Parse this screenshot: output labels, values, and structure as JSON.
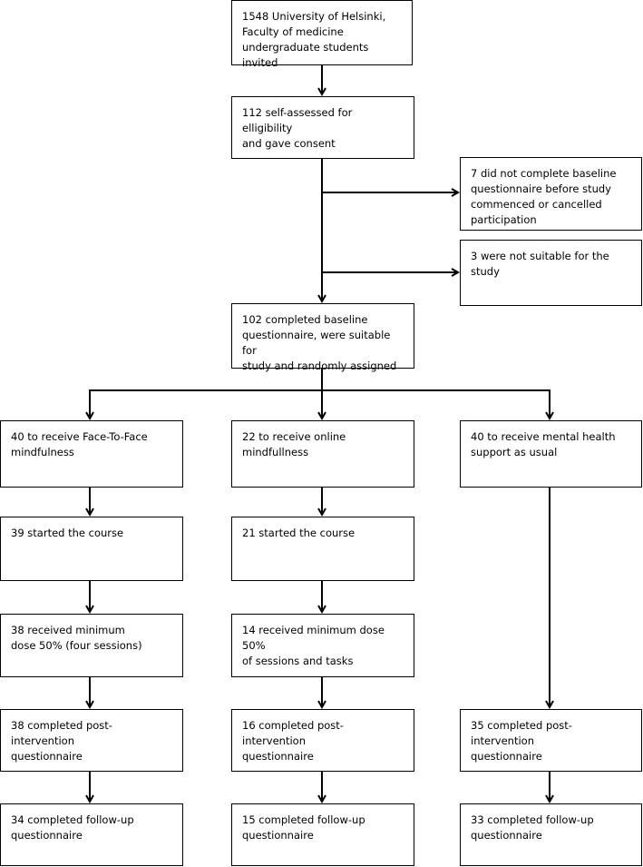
{
  "boxes": {
    "invited": "1548 University of Helsinki,\nFaculty of medicine\nundergraduate students invited",
    "consent": "112 self-assessed for elligibility\nand gave consent",
    "excluded_baseline": "7 did not complete baseline\nquestionnaire before study\ncommenced or cancelled\nparticipation",
    "excluded_unsuitable": "3 were not suitable for the\nstudy",
    "randomized": "102 completed baseline\nquestionnaire, were suitable for\nstudy and randomly assigned",
    "ftf_allocated": "40 to receive Face-To-Face\nmindfulness",
    "online_allocated": "22 to receive online mindfullness",
    "usual_allocated": "40 to receive mental health\nsupport as usual",
    "ftf_started": "39 started the course",
    "online_started": "21 started the course",
    "ftf_dose": "38 received minimum\ndose 50% (four sessions)",
    "online_dose": "14 received minimum dose 50%\nof sessions and tasks",
    "ftf_post": "38 completed post-intervention\nquestionnaire",
    "online_post": "16 completed post-intervention\nquestionnaire",
    "usual_post": "35 completed post-intervention\nquestionnaire",
    "ftf_followup": "34 completed follow-up\nquestionnaire",
    "online_followup": "15 completed follow-up\nquestionnaire",
    "usual_followup": "33 completed follow-up\nquestionnaire"
  }
}
